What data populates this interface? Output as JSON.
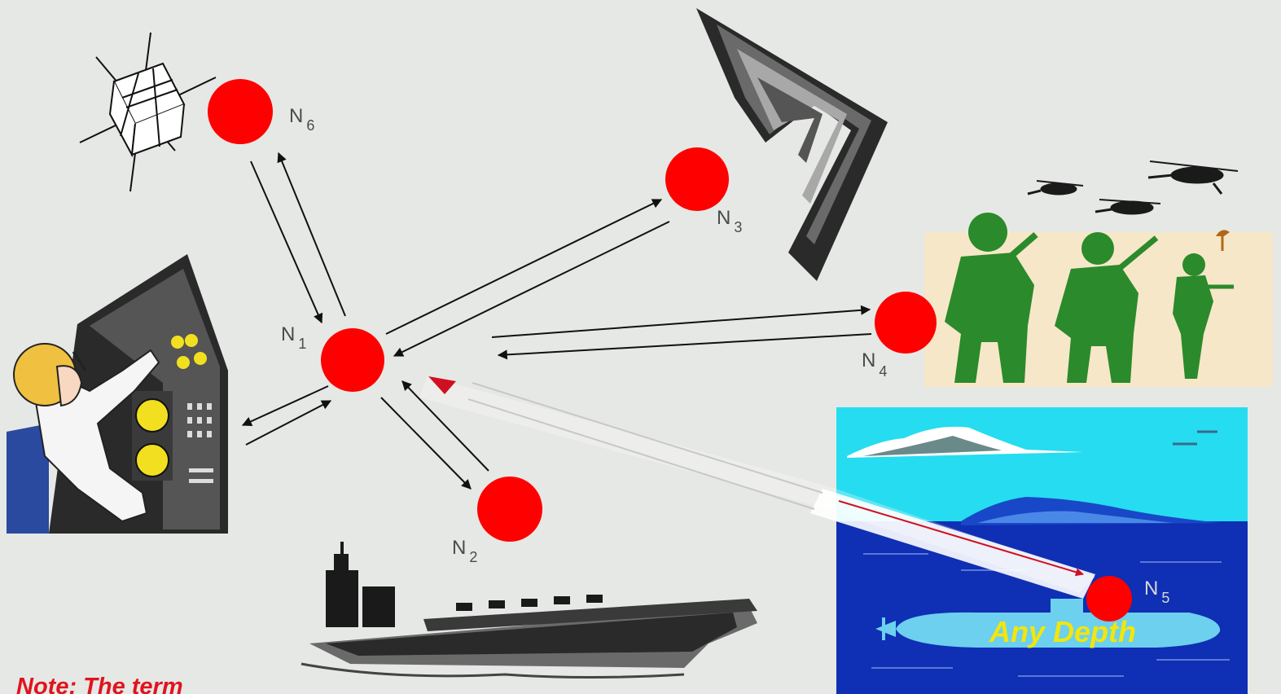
{
  "nodes": [
    {
      "id": "N1",
      "letter": "N",
      "sub": "1",
      "color": "#ff0000"
    },
    {
      "id": "N2",
      "letter": "N",
      "sub": "2",
      "color": "#ff0000"
    },
    {
      "id": "N3",
      "letter": "N",
      "sub": "3",
      "color": "#ff0000"
    },
    {
      "id": "N4",
      "letter": "N",
      "sub": "4",
      "color": "#ff0000"
    },
    {
      "id": "N5",
      "letter": "N",
      "sub": "5",
      "color": "#ff0000"
    },
    {
      "id": "N6",
      "letter": "N",
      "sub": "6",
      "color": "#ff0000"
    }
  ],
  "links": [
    {
      "from": "N1",
      "to": "N6",
      "bidirectional": true
    },
    {
      "from": "N1",
      "to": "N3",
      "bidirectional": true
    },
    {
      "from": "N1",
      "to": "N4",
      "bidirectional": true
    },
    {
      "from": "N1",
      "to": "N2",
      "bidirectional": true
    },
    {
      "from": "N1",
      "to": "operator-console",
      "bidirectional": true
    },
    {
      "from": "N1",
      "to": "N5",
      "bidirectional": true,
      "style": "faded-beam"
    }
  ],
  "submarine_caption": "Any Depth",
  "note_text": "Note:  The term",
  "colors": {
    "background": "#e6e8e5",
    "node": "#ff0000",
    "note": "#e0141e",
    "caption": "#f2e60c",
    "soldiers": "#2b8a2b",
    "desert": "#f6e7c8",
    "sky": "#26dcf0",
    "sea": "#0f2fb4",
    "submarine": "#6cd0ee"
  },
  "icons": [
    "satellite-icon",
    "stealth-bomber-icon",
    "helicopters-icon",
    "soldiers-icon",
    "operator-console-icon",
    "aircraft-carrier-icon",
    "submarine-scene-icon"
  ]
}
